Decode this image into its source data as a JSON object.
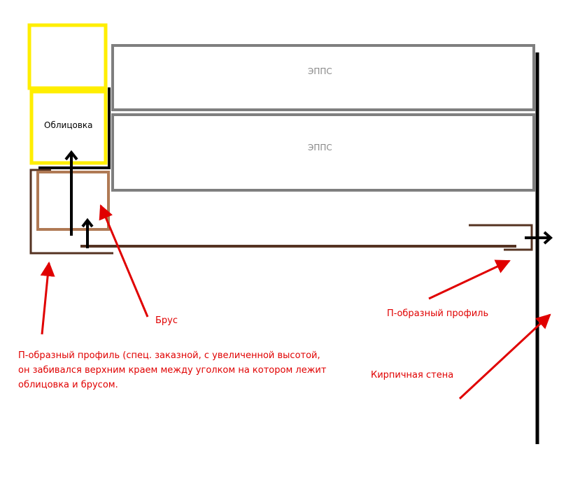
{
  "labels": {
    "epps_top": "ЭППС",
    "epps_bottom": "ЭППС",
    "cladding": "Облицовка",
    "beam": "Брус",
    "profile_right": "П-образный профиль",
    "brick_wall": "Кирпичная стена"
  },
  "note_left": {
    "line1": "П-образный профиль (спец. заказной, с увеличенной высотой,",
    "line2": "он забивался верхним краем между уголком на котором лежит",
    "line3": "облицовка и брусом."
  },
  "colors": {
    "cladding": "#ffee00",
    "epps": "#7f7f7f",
    "profile": "#553322",
    "beam": "#b07a55",
    "wall": "#000000",
    "annotation": "#e00000"
  }
}
